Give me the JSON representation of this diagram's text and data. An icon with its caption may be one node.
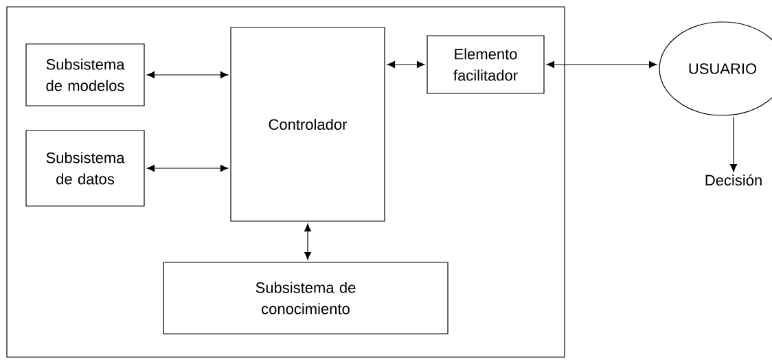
{
  "diagram": {
    "nodes": [
      {
        "text": [],
        "shape": "box"
      },
      {
        "text": [
          "Subsistema de modelos"
        ],
        "in": 0
      },
      {
        "text": [
          "Controlador"
        ],
        "in": 0
      },
      {
        "text": [
          "Elemento facilitador"
        ],
        "in": 0
      },
      {
        "text": [
          "USUARIO"
        ]
      },
      {
        "text": [
          "Subsistema de datos"
        ],
        "in": 0
      },
      {
        "text": [
          "Decisión"
        ]
      },
      {
        "text": [
          "Subsistema de conocimiento"
        ],
        "in": 0
      }
    ],
    "edges": [
      {
        "from": 1,
        "to": 2,
        "arrow": "both"
      },
      {
        "from": 5,
        "to": 2,
        "arrow": "both"
      },
      {
        "from": 2,
        "to": 3,
        "arrow": "both"
      },
      {
        "from": 3,
        "to": 4,
        "arrow": "both"
      },
      {
        "from": 4,
        "to": 6,
        "arrow": "to"
      },
      {
        "from": 2,
        "to": 7,
        "arrow": "both"
      }
    ]
  }
}
